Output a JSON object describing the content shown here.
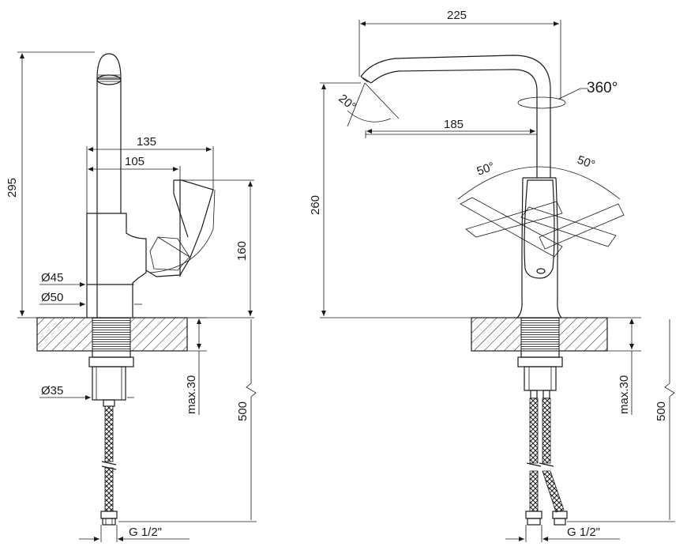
{
  "side_view": {
    "dims": {
      "height_total": "295",
      "reach_outer": "135",
      "reach_inner": "105",
      "handle_height": "160",
      "body_dia_inner": "Ø45",
      "body_dia_outer": "Ø50",
      "shank_dia": "Ø35",
      "max_thickness": "max.30",
      "hose_length": "500",
      "thread": "G 1/2\""
    }
  },
  "front_view": {
    "dims": {
      "spout_width": "225",
      "spout_angle": "20°",
      "rotation": "360°",
      "spout_reach": "185",
      "handle_left_angle": "50°",
      "handle_right_angle": "50°",
      "height": "260",
      "max_thickness": "max.30",
      "hose_length": "500",
      "thread": "G 1/2\""
    }
  }
}
